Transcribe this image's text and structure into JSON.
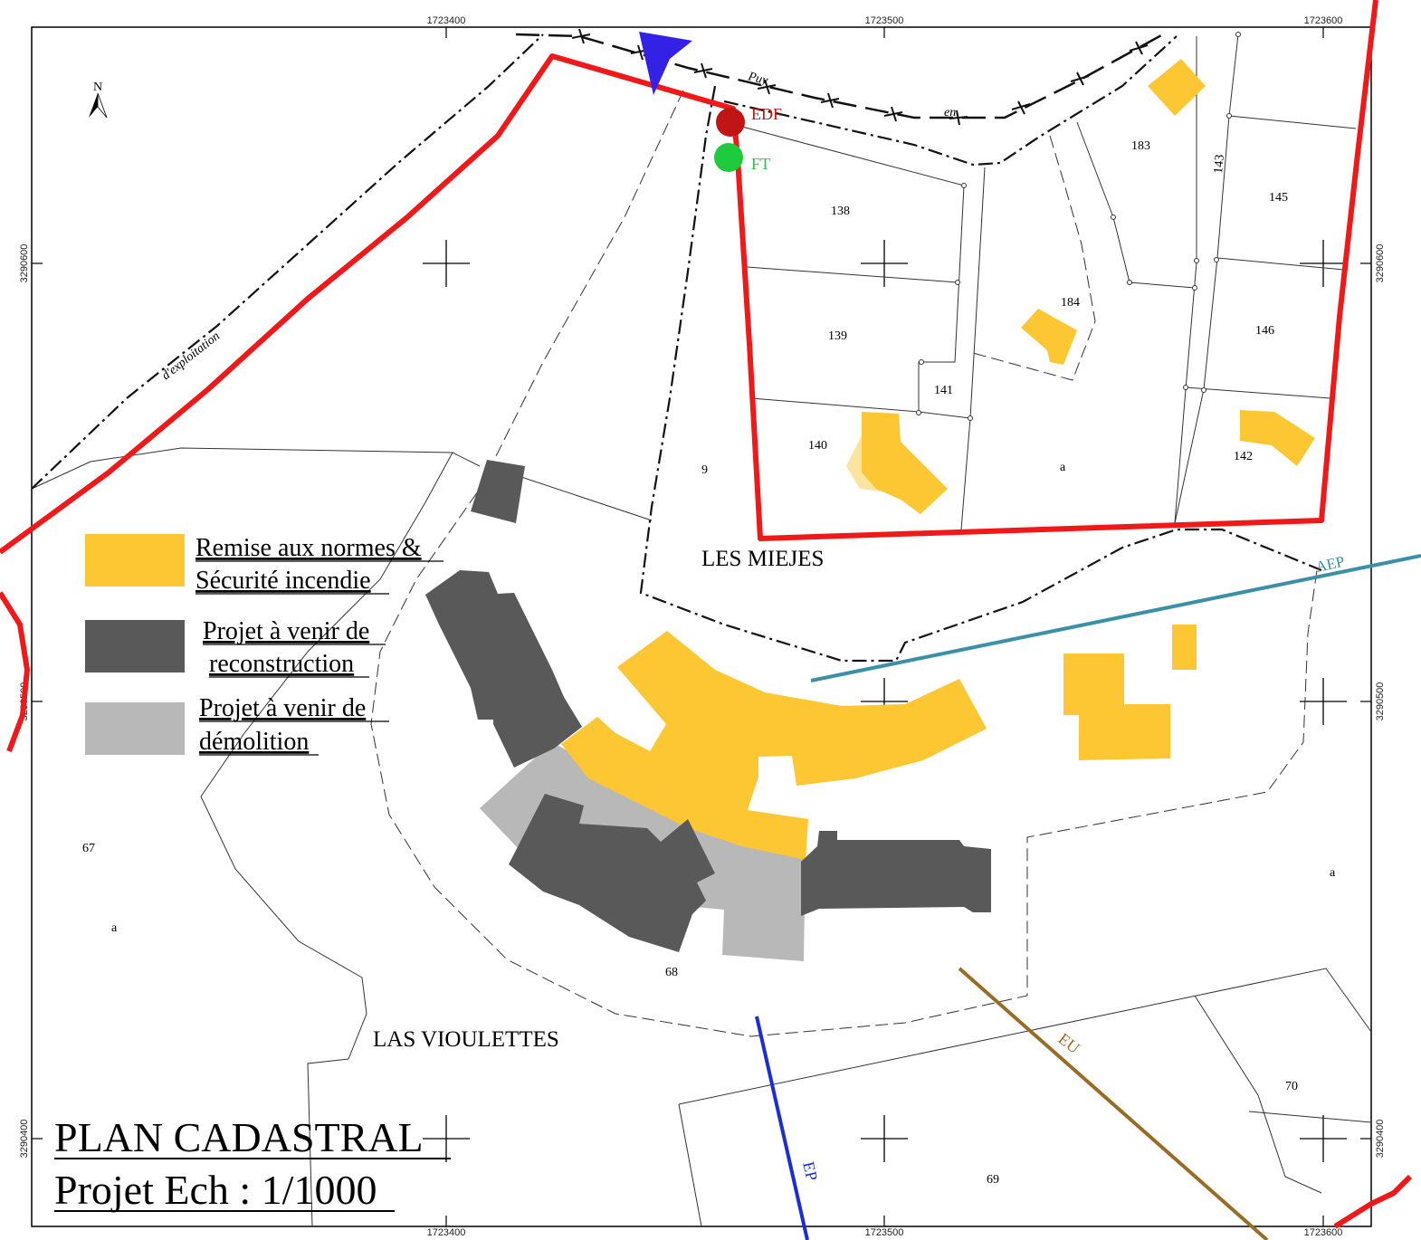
{
  "colors": {
    "renovation": "#FDC633",
    "renovation_light": "#FBE3A0",
    "reconstruction": "#595959",
    "demolition": "#B8B8B8",
    "perimeter": "#F01818",
    "aep": "#3B8FA6",
    "eu": "#9A6B22",
    "ep": "#1B2DD6",
    "edf": "#C01515",
    "ft": "#1ECB3C",
    "north_arrow": "#3322E6"
  },
  "grid": {
    "x_labels": [
      "1723400",
      "1723500",
      "1723600"
    ],
    "y_labels": [
      "3290600",
      "3290500",
      "3290400"
    ]
  },
  "parcels": [
    "138",
    "139",
    "140",
    "141",
    "142",
    "143",
    "145",
    "146",
    "183",
    "184",
    "9",
    "67",
    "68",
    "69",
    "70",
    "a"
  ],
  "places": {
    "les_miejes": "LES MIEJES",
    "las_vioulettes": "LAS VIOULETTES"
  },
  "road_labels": {
    "puy": "Puy",
    "en": "en",
    "exploitation": "d'exploitation"
  },
  "networks": {
    "edf": "EDF",
    "ft": "FT",
    "aep": "AEP",
    "eu": "EU",
    "ep": "EP"
  },
  "north": "N",
  "legend": {
    "renovation": [
      "Remise aux normes &",
      "Sécurité incendie"
    ],
    "reconstruction": [
      "Projet à venir de",
      "reconstruction"
    ],
    "demolition": [
      "Projet à venir de",
      "démolition"
    ]
  },
  "title": {
    "line1": "PLAN CADASTRAL",
    "line2": "Projet Ech : 1/1000"
  }
}
